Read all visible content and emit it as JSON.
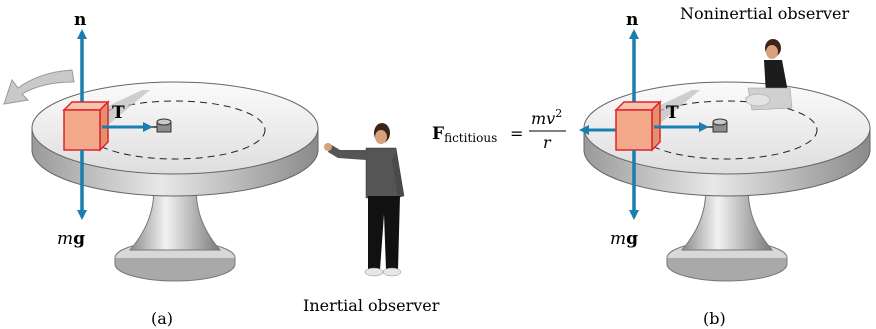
{
  "panel_a": {
    "caption": "(a)",
    "normal_force": "n",
    "tension": "T",
    "weight_m": "m",
    "weight_g": "g",
    "observer_label": "Inertial observer"
  },
  "panel_b": {
    "caption": "(b)",
    "normal_force": "n",
    "tension": "T",
    "weight_m": "m",
    "weight_g": "g",
    "observer_label": "Noninertial observer",
    "fictitious_F": "F",
    "fictitious_sub": "fictitious",
    "equals": "=",
    "numerator_mv": "mv",
    "numerator_exp": "2",
    "denominator": "r"
  },
  "colors": {
    "arrow_blue": "#1a7fb0",
    "block_face": "#f4a98a",
    "block_edge": "#e0242a",
    "table_top": "#e9e9e9",
    "rotation_arrow": "#c9c9c9"
  }
}
